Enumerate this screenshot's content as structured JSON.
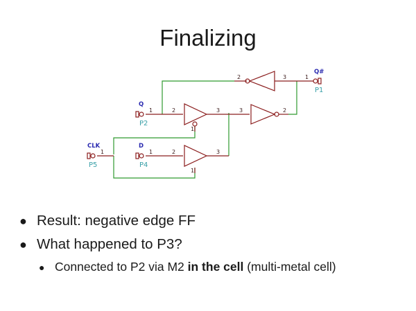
{
  "slide": {
    "title": "Finalizing",
    "bullets": [
      {
        "text": "Result: negative edge FF"
      },
      {
        "text": "What happened to P3?"
      }
    ],
    "sub_bullet": {
      "pre": "Connected to P2 via M2 ",
      "bold": "in the cell",
      "post": " (multi-metal cell)"
    }
  },
  "schematic": {
    "nets": {
      "q": "Q",
      "qbar": "Q#",
      "clk": "CLK",
      "d": "D"
    },
    "ports": {
      "p1": "P1",
      "p2": "P2",
      "p4": "P4",
      "p5": "P5"
    },
    "pins": {
      "one": "1",
      "two": "2",
      "three": "3"
    },
    "colors": {
      "wire": "#2f9a2f",
      "body": "#8b1d1d",
      "port_label": "#3aa0a8",
      "net_label": "#2a2ab0"
    }
  }
}
